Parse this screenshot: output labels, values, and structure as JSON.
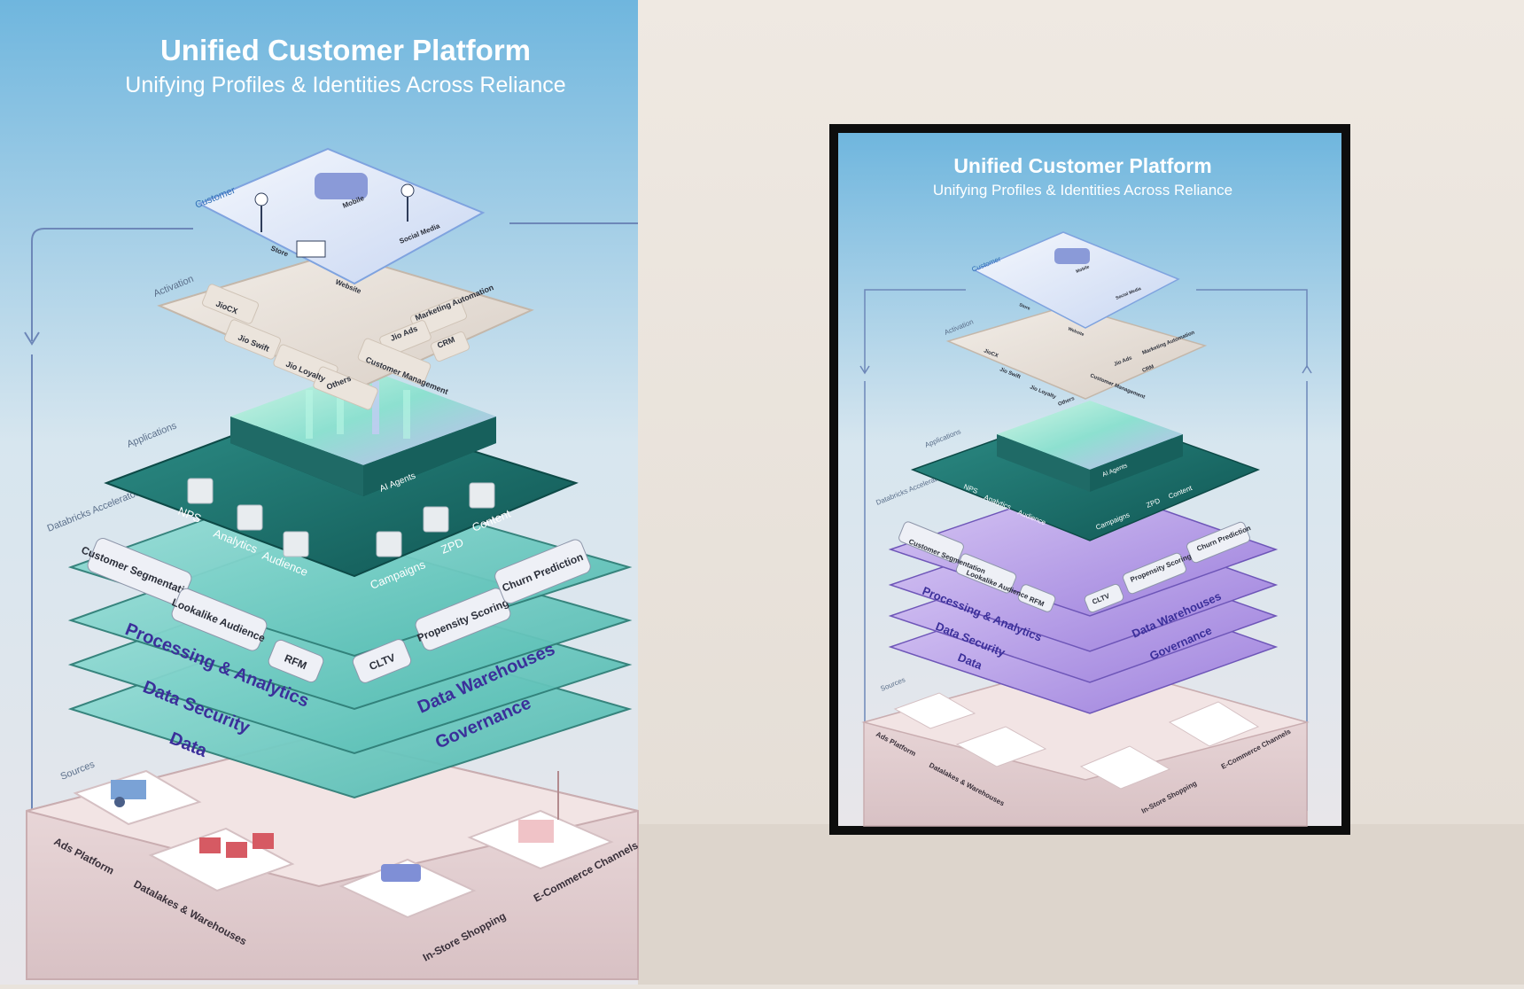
{
  "poster": {
    "title": "Unified Customer Platform",
    "subtitle": "Unifying Profiles & Identities Across Reliance"
  },
  "customer": {
    "label": "Customer",
    "items": [
      "Store",
      "Mobile",
      "Website",
      "Social Media"
    ]
  },
  "activation": {
    "label": "Activation",
    "items": [
      "JioCX",
      "Jio Swift",
      "Jio Loyalty",
      "Others",
      "Jio Ads",
      "Marketing Automation",
      "Customer Management",
      "CRM"
    ]
  },
  "applications": {
    "label": "Applications",
    "core": "AI Agents",
    "items": [
      "NPS",
      "Analytics",
      "Audience",
      "Campaigns",
      "ZPD",
      "Content"
    ]
  },
  "accelerator": {
    "label": "Databricks Accelerator",
    "items": [
      "Customer Segmentation",
      "Lookalike Audience",
      "RFM",
      "CLTV",
      "Propensity Scoring",
      "Churn Prediction"
    ]
  },
  "layers": {
    "left": [
      "Processing & Analytics",
      "Data Security",
      "Data"
    ],
    "right": [
      "Data Warehouses",
      "Governance"
    ]
  },
  "sources": {
    "label": "Sources",
    "items": [
      "Ads Platform",
      "Datalakes & Warehouses",
      "In-Store Shopping",
      "E-Commerce Channels"
    ]
  },
  "colors": {
    "sky_top": "#6fb6de",
    "sky_bottom": "#e6e9ee",
    "teal": "#56c6bd",
    "violet": "#a88fe0",
    "rose": "#e4cfd1",
    "frame": "#0d0d0d",
    "wall": "#e9e3dc"
  }
}
